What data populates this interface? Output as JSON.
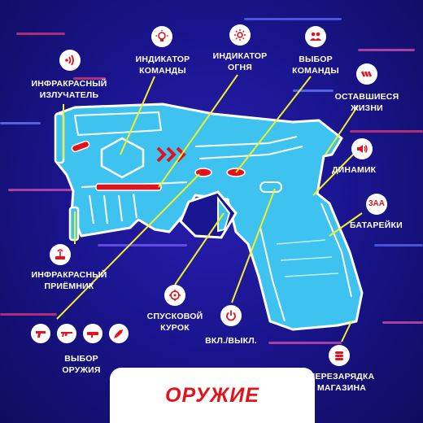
{
  "title": "ОРУЖИЕ",
  "colors": {
    "accent": "#e3121b",
    "gun_body": "#3ec3f0",
    "gun_outline": "#ffffff",
    "callout_line": "#f2ef2a",
    "background": "#1a1590"
  },
  "callouts": {
    "ir_emitter": {
      "label": "ИНФРАКРАСНЫЙ\nИЗЛУЧАТЕЛЬ",
      "icon": "wireless-signal-icon"
    },
    "team_indicator": {
      "label": "ИНДИКАТОР\nКОМАНДЫ",
      "icon": "lightbulb-icon"
    },
    "fire_indicator": {
      "label": "ИНДИКАТОР\nОГНЯ",
      "icon": "sun-icon"
    },
    "team_select": {
      "label": "ВЫБОР\nКОМАНДЫ",
      "icon": "people-icon"
    },
    "lives_left": {
      "label": "ОСТАВШИЕСЯ\nЖИЗНИ",
      "icon": "chevron-stack-icon"
    },
    "speaker": {
      "label": "ДИНАМИК",
      "icon": "speaker-icon"
    },
    "batteries": {
      "label": "БАТАРЕЙКИ",
      "icon_text": "3АА"
    },
    "ir_receiver": {
      "label": "ИНФРАКРАСНЫЙ\nПРИЁМНИК",
      "icon": "antenna-icon"
    },
    "trigger": {
      "label": "СПУСКОВОЙ\nКУРОК",
      "icon": "crosshair-icon"
    },
    "power": {
      "label": "ВКЛ./ВЫКЛ.",
      "icon": "power-icon"
    },
    "weapon_select": {
      "label": "ВЫБОР\nОРУЖИЯ",
      "icons": [
        "pistol-icon",
        "rifle-icon",
        "bazooka-icon",
        "rocket-icon"
      ]
    },
    "reload": {
      "label": "ПЕРЕЗАРЯДКА\nМАГАЗИНА",
      "icon": "bullets-icon"
    }
  }
}
